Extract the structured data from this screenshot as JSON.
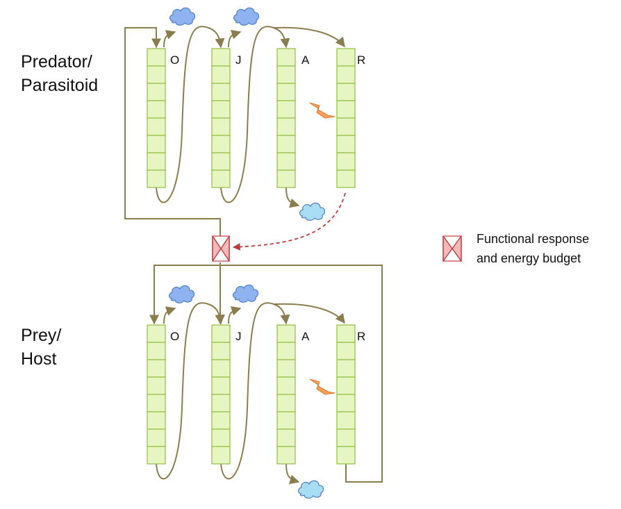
{
  "groups": {
    "top": {
      "label_line1": "Predator/",
      "label_line2": "Parasitoid"
    },
    "bottom": {
      "label_line1": "Prey/",
      "label_line2": "Host"
    }
  },
  "stages": [
    "O",
    "J",
    "A",
    "R"
  ],
  "cells_per_stage": 8,
  "legend": {
    "line1": "Functional response",
    "line2": "and energy budget",
    "icon": "bowtie-icon"
  },
  "colors": {
    "cell_fill": "#e6f5c2",
    "cell_stroke": "#8fbf3f",
    "arrow": "#8c7d4e",
    "dashed_arrow": "#c0393b",
    "bowtie_fill": "#f6b9b9",
    "bowtie_stroke": "#c0393b",
    "cloud_blue": "#8fb3f0",
    "cloud_cyan": "#a9dcf5",
    "lightning": "#f7a35c"
  }
}
